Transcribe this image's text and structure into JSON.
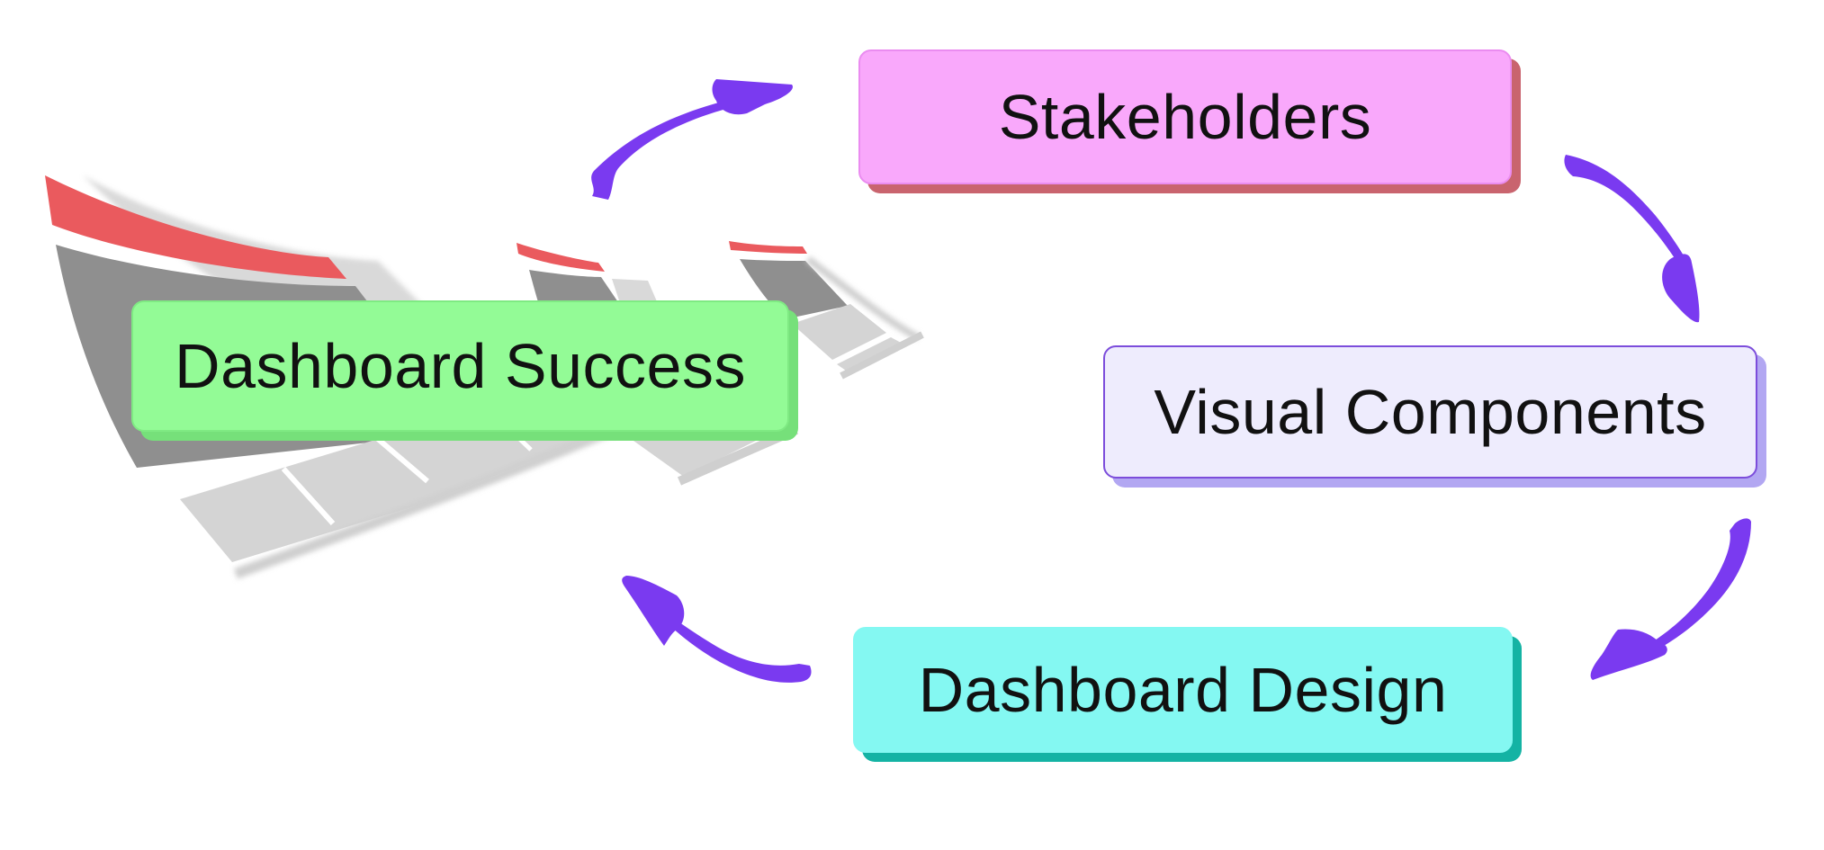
{
  "nodes": {
    "stakeholders": {
      "label": "Stakeholders",
      "fill": "#f9a8fb",
      "shadow": "#c9646e"
    },
    "visual_components": {
      "label": "Visual Components",
      "fill": "#eeecfd",
      "shadow": "#b2a7f2"
    },
    "dashboard_design": {
      "label": "Dashboard Design",
      "fill": "#84f8f2",
      "shadow": "#14b3a4"
    },
    "dashboard_success": {
      "label": "Dashboard Success",
      "fill": "#93fb96",
      "shadow": "#76e07a"
    }
  },
  "edges": [
    {
      "from": "dashboard_success",
      "to": "stakeholders"
    },
    {
      "from": "stakeholders",
      "to": "visual_components"
    },
    {
      "from": "visual_components",
      "to": "dashboard_design"
    },
    {
      "from": "dashboard_design",
      "to": "dashboard_success"
    }
  ],
  "colors": {
    "arrow": "#7a3af0",
    "accent_red": "#ea5a5e",
    "dashboard_gray": "#8f8f8f",
    "dashboard_light": "#d4d4d4"
  },
  "icons": {
    "background_graphic": "curved-dashboard-screens-icon",
    "connector": "curved-arrow-icon"
  }
}
